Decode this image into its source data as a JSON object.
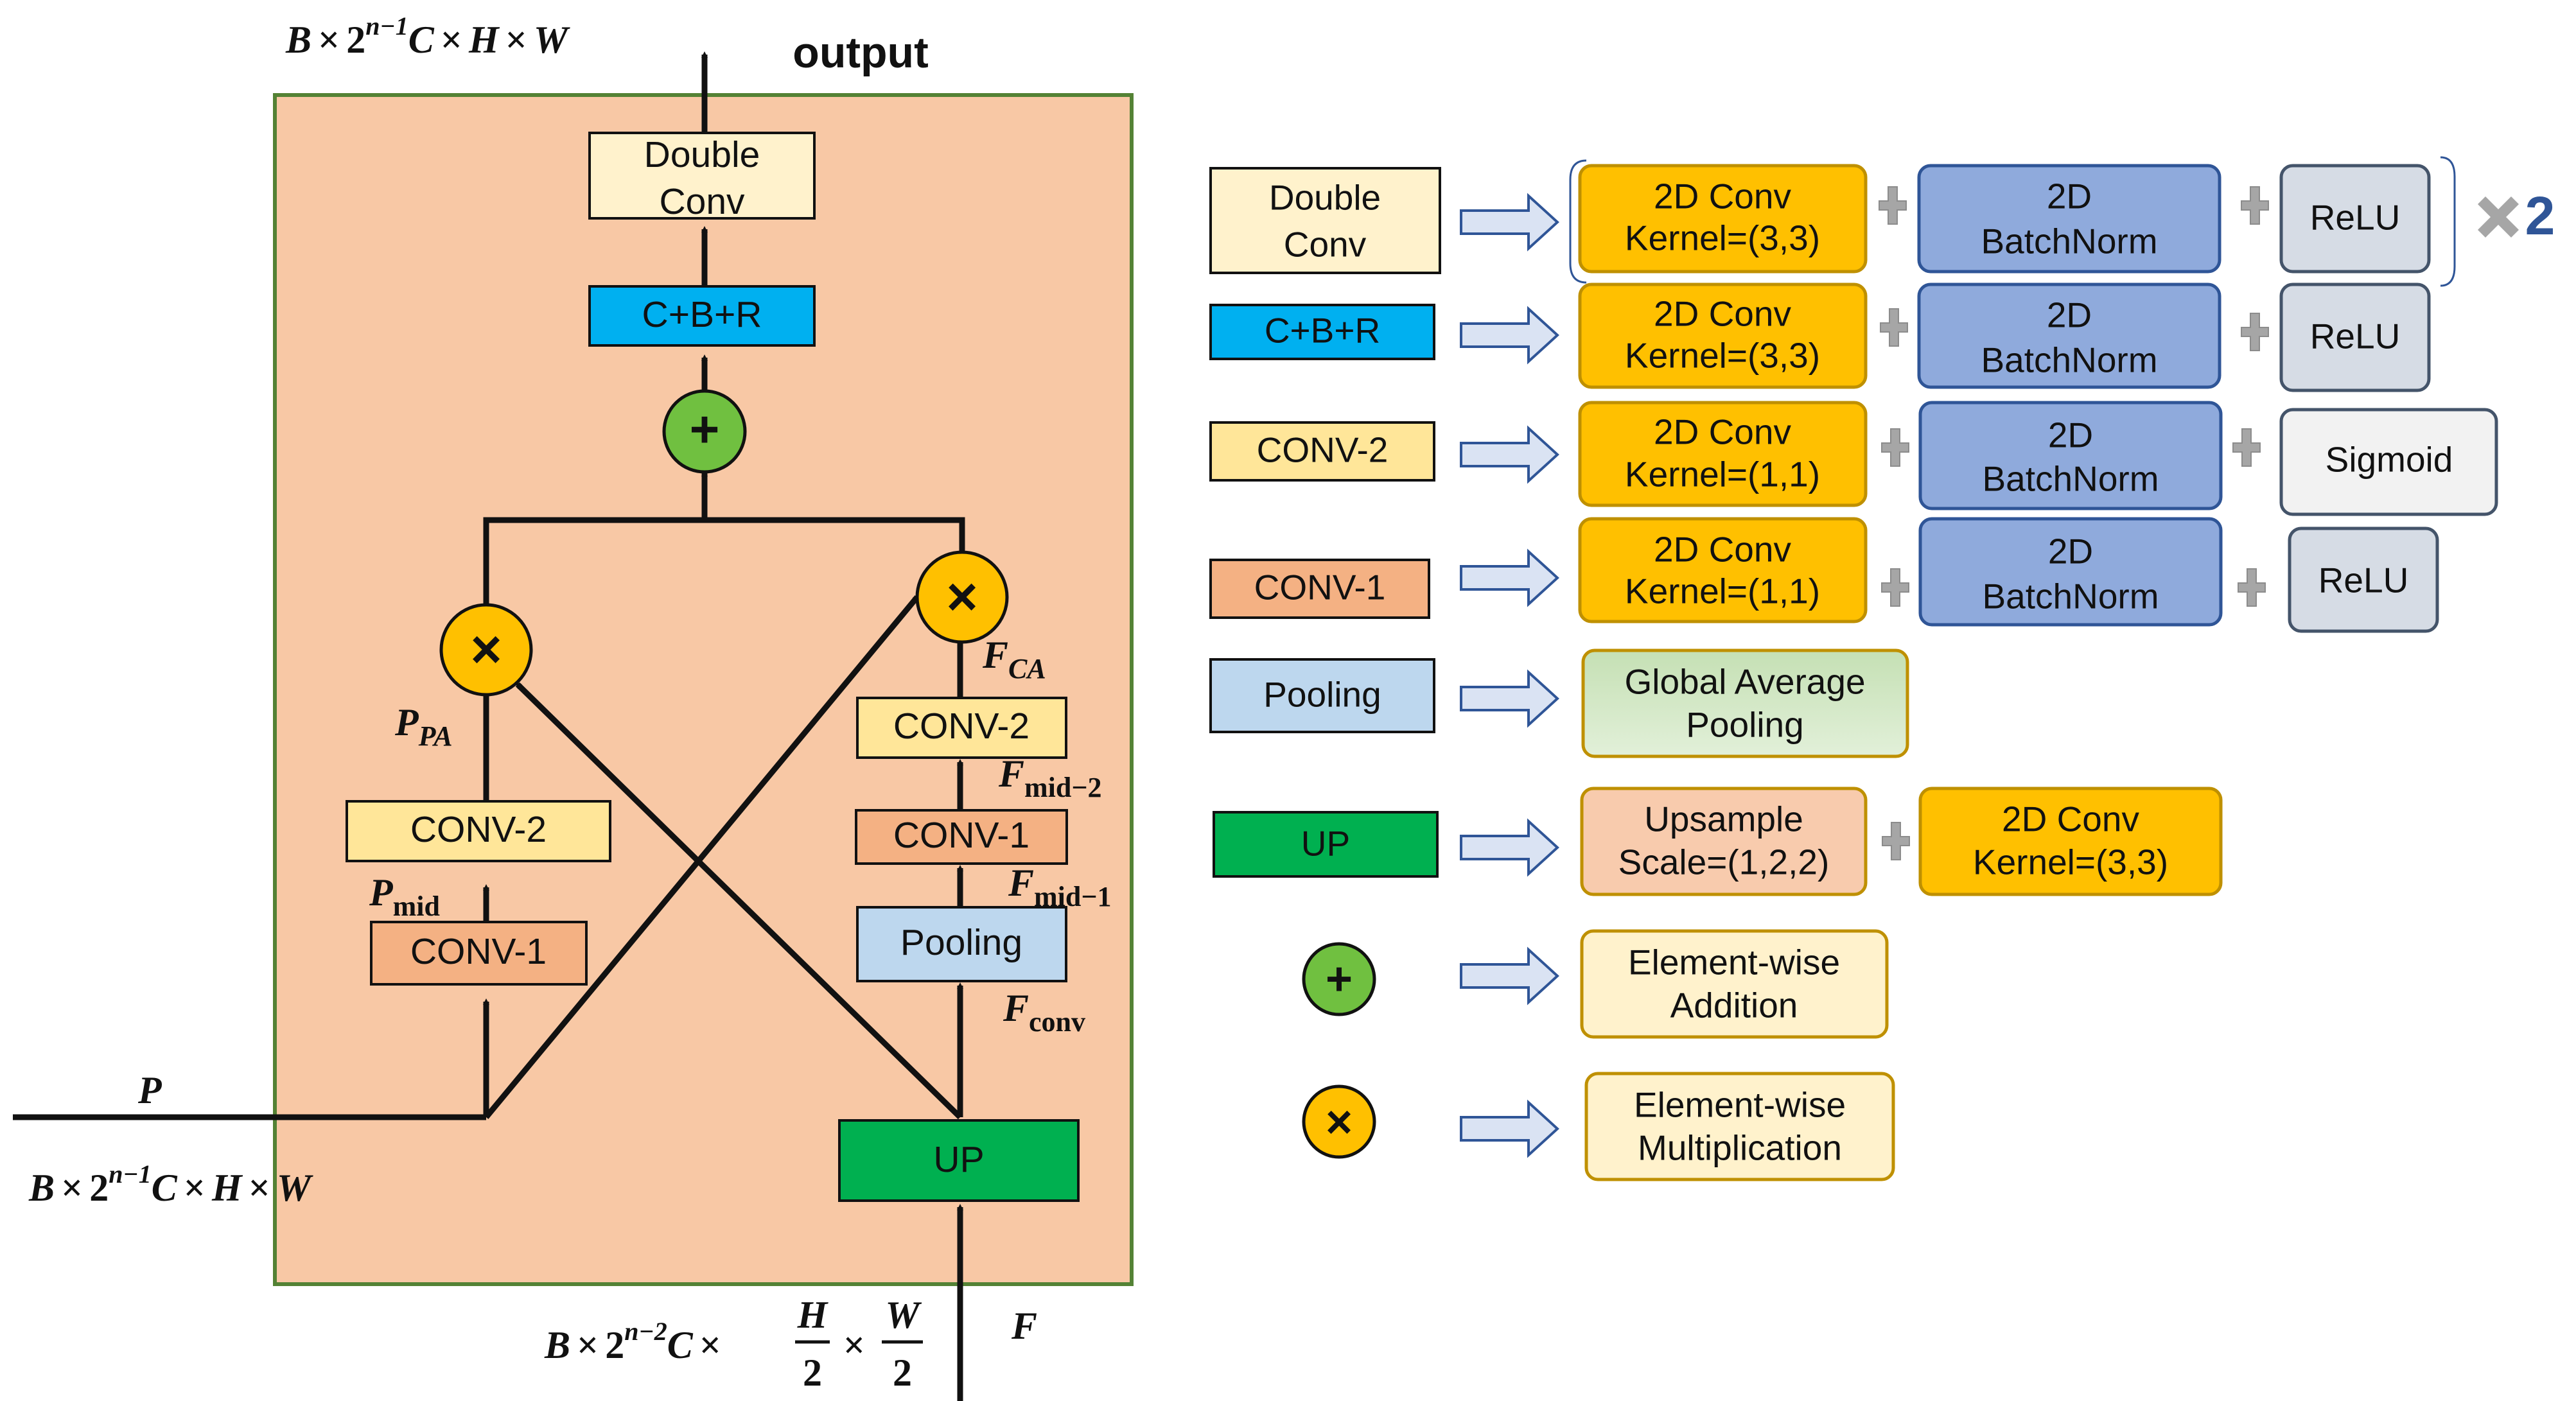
{
  "block": {
    "output_label": "output",
    "output_dims": {
      "B": "B",
      "times": "×",
      "two": "2",
      "exp": "n−1",
      "C": "C",
      "H": "H",
      "W": "W"
    },
    "p_dims": {
      "B": "B",
      "times": "×",
      "two": "2",
      "exp": "n−1",
      "C": "C",
      "H": "H",
      "W": "W"
    },
    "f_dims": {
      "B": "B",
      "times": "×",
      "two": "2",
      "exp": "n−2",
      "C": "C",
      "H": "H",
      "W": "W",
      "den": "2"
    },
    "double_conv_l1": "Double",
    "double_conv_l2": "Conv",
    "cbr": "C+B+R",
    "add_symbol": "+",
    "mul_symbol": "×",
    "conv2": "CONV-2",
    "conv1": "CONV-1",
    "pooling": "Pooling",
    "up": "UP",
    "var_P": "P",
    "var_F": "F",
    "var_PPA": "P",
    "var_PPA_sub": "PA",
    "var_Pmid": "P",
    "var_Pmid_sub": "mid",
    "var_FCA": "F",
    "var_FCA_sub": "CA",
    "var_Fmid2": "F",
    "var_Fmid2_sub": "mid−2",
    "var_Fmid1": "F",
    "var_Fmid1_sub": "mid−1",
    "var_Fconv": "F",
    "var_Fconv_sub": "conv"
  },
  "legend": {
    "rows": {
      "double_conv": {
        "label_l1": "Double",
        "label_l2": "Conv"
      },
      "cbr": {
        "label": "C+B+R"
      },
      "conv2": {
        "label": "CONV-2"
      },
      "conv1": {
        "label": "CONV-1"
      },
      "pooling": {
        "label": "Pooling"
      },
      "up": {
        "label": "UP"
      },
      "add": {
        "symbol": "+"
      },
      "mul": {
        "symbol": "×"
      }
    },
    "conv33_l1": "2D Conv",
    "conv33_l2": "Kernel=(3,3)",
    "conv11_l1": "2D Conv",
    "conv11_l2": "Kernel=(1,1)",
    "bn_l1": "2D",
    "bn_l2": "BatchNorm",
    "relu": "ReLU",
    "sigmoid": "Sigmoid",
    "gap_l1": "Global Average",
    "gap_l2": "Pooling",
    "upsample_l1": "Upsample",
    "upsample_l2": "Scale=(1,2,2)",
    "add_l1": "Element-wise",
    "add_l2": "Addition",
    "mul_l1": "Element-wise",
    "mul_l2": "Multiplication",
    "repeat": "2"
  },
  "colors": {
    "block_bg": "#f8c8a5",
    "block_border": "#548235",
    "double_conv": "#fff2cc",
    "cbr": "#00b0f0",
    "conv2": "#ffe699",
    "conv1": "#f4b183",
    "pooling": "#bdd7ee",
    "up": "#00b050",
    "add": "#70c040",
    "mul": "#ffc000",
    "conv_orange": "#ffc000",
    "batchnorm": "#8faadc",
    "relu": "#d6dce5",
    "sigmoid": "#f2f2f2",
    "gap": "#c5e0b4",
    "upsample": "#f8cbad",
    "elementwise": "#fff2cc",
    "plus_gray": "#a6a6a6",
    "times_gray": "#a6a6a6",
    "repeat_text": "#2f5597",
    "arrow_blue": "#2f5597",
    "arrow_fill": "#dae3f3"
  }
}
